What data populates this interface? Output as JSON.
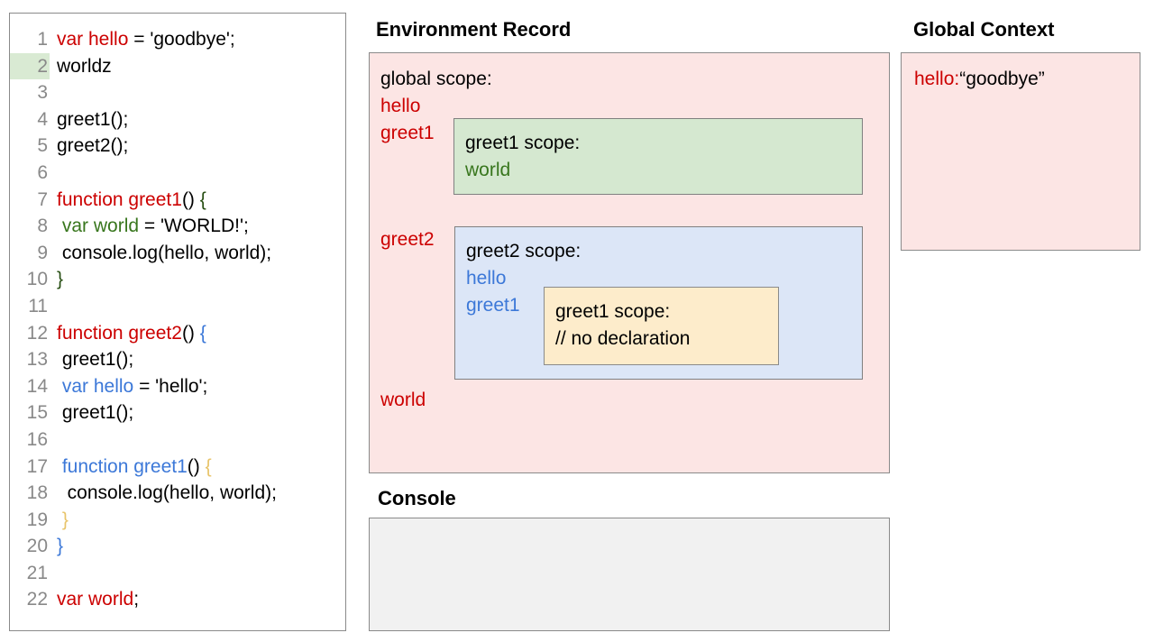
{
  "editor": {
    "highlighted_line": 2,
    "lines": [
      {
        "num": "1",
        "tokens": [
          {
            "t": "var hello",
            "c": "tok-red"
          },
          {
            "t": " = 'goodbye';",
            "c": "tok-blk"
          }
        ]
      },
      {
        "num": "2",
        "tokens": [
          {
            "t": "worldz",
            "c": "tok-blk"
          }
        ]
      },
      {
        "num": "3",
        "tokens": [
          {
            "t": "",
            "c": "tok-blk"
          }
        ]
      },
      {
        "num": "4",
        "tokens": [
          {
            "t": "greet1();",
            "c": "tok-blk"
          }
        ]
      },
      {
        "num": "5",
        "tokens": [
          {
            "t": "greet2();",
            "c": "tok-blk"
          }
        ]
      },
      {
        "num": "6",
        "tokens": [
          {
            "t": "",
            "c": "tok-blk"
          }
        ]
      },
      {
        "num": "7",
        "tokens": [
          {
            "t": "function greet1",
            "c": "tok-red"
          },
          {
            "t": "() ",
            "c": "tok-blk"
          },
          {
            "t": "{",
            "c": "tok-dgreen"
          }
        ]
      },
      {
        "num": "8",
        "tokens": [
          {
            "t": " ",
            "c": "tok-blk"
          },
          {
            "t": "var world",
            "c": "tok-green"
          },
          {
            "t": " = 'WORLD!';",
            "c": "tok-blk"
          }
        ]
      },
      {
        "num": "9",
        "tokens": [
          {
            "t": " console.log(hello, world);",
            "c": "tok-blk"
          }
        ]
      },
      {
        "num": "10",
        "tokens": [
          {
            "t": "}",
            "c": "tok-dgreen"
          }
        ]
      },
      {
        "num": "11",
        "tokens": [
          {
            "t": "",
            "c": "tok-blk"
          }
        ]
      },
      {
        "num": "12",
        "tokens": [
          {
            "t": "function greet2",
            "c": "tok-red"
          },
          {
            "t": "() ",
            "c": "tok-blk"
          },
          {
            "t": "{",
            "c": "tok-blue"
          }
        ]
      },
      {
        "num": "13",
        "tokens": [
          {
            "t": " greet1();",
            "c": "tok-blk"
          }
        ]
      },
      {
        "num": "14",
        "tokens": [
          {
            "t": " ",
            "c": "tok-blk"
          },
          {
            "t": "var hello",
            "c": "tok-blue"
          },
          {
            "t": " = 'hello';",
            "c": "tok-blk"
          }
        ]
      },
      {
        "num": "15",
        "tokens": [
          {
            "t": " greet1();",
            "c": "tok-blk"
          }
        ]
      },
      {
        "num": "16",
        "tokens": [
          {
            "t": "",
            "c": "tok-blk"
          }
        ]
      },
      {
        "num": "17",
        "tokens": [
          {
            "t": " ",
            "c": "tok-blk"
          },
          {
            "t": "function greet1",
            "c": "tok-blue"
          },
          {
            "t": "() ",
            "c": "tok-blk"
          },
          {
            "t": "{",
            "c": "tok-yellow"
          }
        ]
      },
      {
        "num": "18",
        "tokens": [
          {
            "t": "  console.log(hello, world);",
            "c": "tok-blk"
          }
        ]
      },
      {
        "num": "19",
        "tokens": [
          {
            "t": " ",
            "c": "tok-blk"
          },
          {
            "t": "}",
            "c": "tok-yellow"
          }
        ]
      },
      {
        "num": "20",
        "tokens": [
          {
            "t": "}",
            "c": "tok-blue"
          }
        ]
      },
      {
        "num": "21",
        "tokens": [
          {
            "t": "",
            "c": "tok-blk"
          }
        ]
      },
      {
        "num": "22",
        "tokens": [
          {
            "t": "var world",
            "c": "tok-red"
          },
          {
            "t": ";",
            "c": "tok-blk"
          }
        ]
      }
    ]
  },
  "environment_record": {
    "title": "Environment Record",
    "global_scope_heading": "global scope:",
    "global_bindings": {
      "hello": "hello",
      "greet1": "greet1",
      "greet2": "greet2",
      "world": "world"
    },
    "greet1_scope": {
      "heading": "greet1 scope:",
      "bindings": [
        "world"
      ]
    },
    "greet2_scope": {
      "heading": "greet2 scope:",
      "bindings": [
        "hello",
        "greet1"
      ],
      "inner_greet1_scope": {
        "heading": "greet1 scope:",
        "note": "// no declaration"
      }
    }
  },
  "global_context": {
    "title": "Global Context",
    "entry_key": "hello:",
    "entry_value": "“goodbye”"
  },
  "console": {
    "title": "Console",
    "output": ""
  },
  "colors": {
    "scope_global_bg": "#fce5e4",
    "scope_greet1_bg": "#d5e8d0",
    "scope_greet2_bg": "#dce6f7",
    "scope_inner_bg": "#fdeccb",
    "console_bg": "#f1f1f1",
    "token_red": "#cc0000",
    "token_green": "#38761d",
    "token_blue": "#3c78d8",
    "token_yellow": "#e8c46a",
    "line_highlight": "#d9ead3",
    "border": "#8a8a8a"
  }
}
